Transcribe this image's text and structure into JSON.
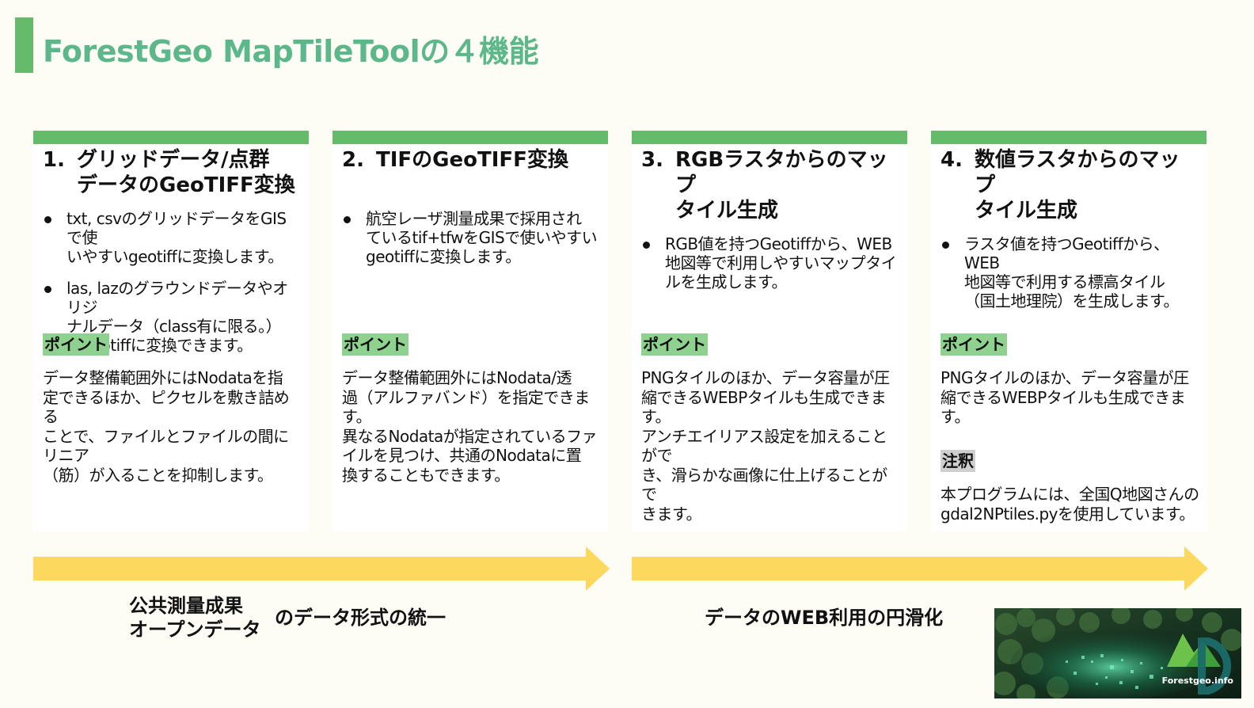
{
  "title": "ForestGeo MapTileToolの４機能",
  "cards": [
    {
      "number": "1.",
      "heading": "グリッドデータ/点群\nデータのGeoTIFF変換",
      "bullets": [
        "txt, csvのグリッドデータをGISで使\nいやすいgeotiffに変換します。",
        "las, lazのグラウンドデータやオリジ\nナルデータ（class有に限る。）\nもgeotiffに変換できます。"
      ],
      "point_label": "ポイント",
      "point_text": "データ整備範囲外にはNodataを指\n定できるほか、ピクセルを敷き詰める\nことで、ファイルとファイルの間にリニア\n（筋）が入ることを抑制します。"
    },
    {
      "number": "2.",
      "heading": "TIFのGeoTIFF変換",
      "bullets": [
        "航空レーザ測量成果で採用され\nているtif+tfwをGISで使いやすい\ngeotiffに変換します。"
      ],
      "point_label": "ポイント",
      "point_text": "データ整備範囲外にはNodata/透\n過（アルファバンド）を指定できます。\n異なるNodataが指定されているファ\nイルを見つけ、共通のNodataに置\n換することもできます。"
    },
    {
      "number": "3.",
      "heading": "RGBラスタからのマップ\nタイル生成",
      "bullets": [
        "RGB値を持つGeotiffから、WEB\n地図等で利用しやすいマップタイ\nルを生成します。"
      ],
      "point_label": "ポイント",
      "point_text": "PNGタイルのほか、データ容量が圧\n縮できるWEBPタイルも生成できます。\nアンチエイリアス設定を加えることがで\nき、滑らかな画像に仕上げることがで\nきます。"
    },
    {
      "number": "4.",
      "heading": "数値ラスタからのマップ\nタイル生成",
      "bullets": [
        "ラスタ値を持つGeotiffから、WEB\n地図等で利用する標高タイル\n（国土地理院）を生成します。"
      ],
      "point_label": "ポイント",
      "point_text": "PNGタイルのほか、データ容量が圧\n縮できるWEBPタイルも生成できます。",
      "note_label": "注釈",
      "note_text": "本プログラムには、全国Q地図さんの\ngdal2NPtiles.pyを使用しています。"
    }
  ],
  "bottom": {
    "left_a": "公共測量成果\nオープンデータ",
    "left_b": "のデータ形式の統一",
    "right": "データのWEB利用の円滑化"
  },
  "logo_text": "Forestgeo.info",
  "colors": {
    "title_green": "#5cb88a",
    "strip_green": "#66bb6a",
    "point_green": "#8fd18f",
    "arrow_yellow": "#fdd85e"
  }
}
